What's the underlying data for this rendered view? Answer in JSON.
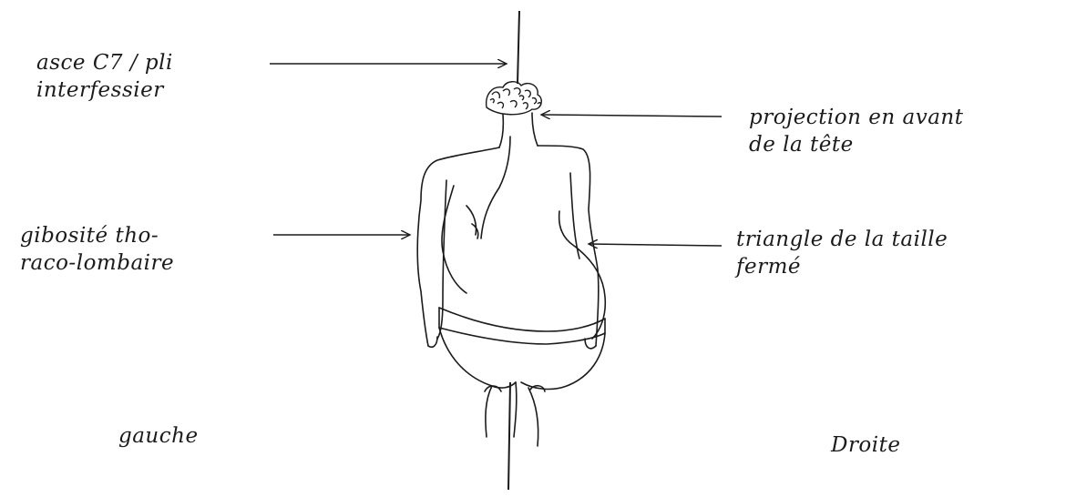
{
  "annotations": {
    "axis_line": [
      "asce C7 / pli",
      "interfessier"
    ],
    "gibbosity": [
      "gibosité tho-",
      "raco-lombaire"
    ],
    "head_projection": [
      "projection en avant",
      "de la tête"
    ],
    "waist_triangle": [
      "triangle de la taille",
      "fermé"
    ]
  },
  "sides": {
    "left": "gauche",
    "right": "Droite"
  },
  "colors": {
    "ink": "#1b1b1b",
    "paper": "#ffffff"
  }
}
